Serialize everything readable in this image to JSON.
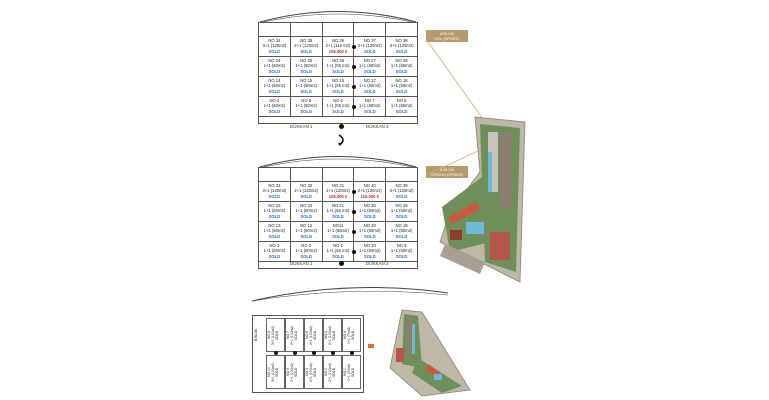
{
  "block_a": {
    "label": "A BLOK\nSOL (SPNDS)",
    "header_notes": [
      "",
      "",
      "",
      "",
      ""
    ],
    "rows": [
      [
        {
          "no": "NO 34",
          "size": "3+1 (120m2)",
          "status": "SOLD",
          "price": ""
        },
        {
          "no": "NO 35",
          "size": "2+1 (120m2)",
          "status": "SOLD",
          "price": ""
        },
        {
          "no": "NO 36",
          "size": "2+1 (115 m2)",
          "status": "",
          "price": "108.000 €"
        },
        {
          "no": "NO 37",
          "size": "2+1 (120m2)",
          "status": "SOLD",
          "price": ""
        },
        {
          "no": "NO 38",
          "size": "3+1 (120m2)",
          "status": "SOLD",
          "price": ""
        }
      ],
      [
        {
          "no": "NO 24",
          "size": "1+1 (60m2)",
          "status": "SOLD",
          "price": ""
        },
        {
          "no": "NO 25",
          "size": "1+1 (60m2)",
          "status": "SOLD",
          "price": ""
        },
        {
          "no": "NO 26",
          "size": "1+1 (55 m2)",
          "status": "SOLD",
          "price": ""
        },
        {
          "no": "NO 27",
          "size": "1+1 (60m2)",
          "status": "SOLD",
          "price": ""
        },
        {
          "no": "NO 28",
          "size": "1+1 (60m2)",
          "status": "SOLD",
          "price": ""
        }
      ],
      [
        {
          "no": "NO 14",
          "size": "1+1 (60m2)",
          "status": "SOLD",
          "price": ""
        },
        {
          "no": "NO 15",
          "size": "1+1 (60m2)",
          "status": "SOLD",
          "price": ""
        },
        {
          "no": "NO 16",
          "size": "1+1 (55 m2)",
          "status": "SOLD",
          "price": ""
        },
        {
          "no": "NO 17",
          "size": "1+1 (60m2)",
          "status": "SOLD",
          "price": ""
        },
        {
          "no": "NO 18",
          "size": "1+1 (60m2)",
          "status": "SOLD",
          "price": ""
        }
      ],
      [
        {
          "no": "NO 4",
          "size": "1+1 (60m2)",
          "status": "SOLD",
          "price": ""
        },
        {
          "no": "NO 5",
          "size": "1+1 (60m2)",
          "status": "SOLD",
          "price": ""
        },
        {
          "no": "NO 6",
          "size": "1+1 (55 m2)",
          "status": "SOLD",
          "price": ""
        },
        {
          "no": "NO 7",
          "size": "1+1 (60m2)",
          "status": "SOLD",
          "price": ""
        },
        {
          "no": "NO 8",
          "size": "1+1 (60m2)",
          "status": "SOLD",
          "price": ""
        }
      ]
    ],
    "shop_left": "DÜKKAN 1",
    "shop_right": "DÜKKAN 2"
  },
  "block_b": {
    "label": "A BLOK\nORGSO (2PNDS)",
    "rows": [
      [
        {
          "no": "NO 33",
          "size": "3+1 (120m2)",
          "status": "SOLD",
          "price": ""
        },
        {
          "no": "NO 32",
          "size": "2+1 (120m2)",
          "status": "SOLD",
          "price": ""
        },
        {
          "no": "NO 31",
          "size": "2+1 (125m2)",
          "status": "",
          "price": "108.000 €"
        },
        {
          "no": "NO 40",
          "size": "2+1 (120m2)",
          "status": "",
          "price": "116.000 €"
        },
        {
          "no": "NO 39",
          "size": "3+1 (120m2)",
          "status": "SOLD",
          "price": ""
        }
      ],
      [
        {
          "no": "NO 23",
          "size": "1+1 (60m2)",
          "status": "SOLD",
          "price": ""
        },
        {
          "no": "NO 22",
          "size": "1+1 (60m2)",
          "status": "SOLD",
          "price": ""
        },
        {
          "no": "NO 21",
          "size": "1+1 (55 m2)",
          "status": "SOLD",
          "price": ""
        },
        {
          "no": "NO 30",
          "size": "1+1 (60m2)",
          "status": "SOLD",
          "price": ""
        },
        {
          "no": "NO 29",
          "size": "1+1 (60m2)",
          "status": "SOLD",
          "price": ""
        }
      ],
      [
        {
          "no": "NO 13",
          "size": "1+1 (60m2)",
          "status": "SOLD",
          "price": ""
        },
        {
          "no": "NO 12",
          "size": "1+1 (60m2)",
          "status": "SOLD",
          "price": ""
        },
        {
          "no": "NO11",
          "size": "1+1 (55m2)",
          "status": "SOLD",
          "price": ""
        },
        {
          "no": "NO 20",
          "size": "1+1 (60m2)",
          "status": "SOLD",
          "price": ""
        },
        {
          "no": "NO 19",
          "size": "1+1 (60m2)",
          "status": "SOLD",
          "price": ""
        }
      ],
      [
        {
          "no": "NO 3",
          "size": "1+1 (60m2)",
          "status": "SOLD",
          "price": ""
        },
        {
          "no": "NO 2",
          "size": "1+1 (60m2)",
          "status": "SOLD",
          "price": ""
        },
        {
          "no": "NO 1",
          "size": "1+1 (55 m2)",
          "status": "SOLD",
          "price": ""
        },
        {
          "no": "NO 10",
          "size": "1+1 (60m2)",
          "status": "SOLD",
          "price": ""
        },
        {
          "no": "NO 9",
          "size": "1+1 (60m2)",
          "status": "SOLD",
          "price": ""
        }
      ]
    ],
    "shop_left": "DÜKKAN 1",
    "shop_right": "DÜKKAN 2"
  },
  "block_c": {
    "top_row": [
      "NO 8\n3+1 (120m2)\nSOLD",
      "NO 7\n2+1 (100m2)\nSOLD",
      "NO 6\n2+1 (100m2)\nSOLD",
      "NO 5\n2+1 (100m2)\nSOLD",
      "NO 4\n1+1 (70m2)\nSOLD"
    ],
    "bottom_row": [
      "NO 10\n3+1 (120m2)\nSOLD",
      "NO 9\n2+1 (100m2)\nSOLD",
      "NO 3\n2+1 (100m2)\nSOLD",
      "NO 2\n2+1 (100m2)\nSOLD",
      "NO 1\n1+1 (70m2)\nSOLD"
    ],
    "side_label": "B BLOK"
  },
  "colors": {
    "sold": "#1d6fd1",
    "price": "#d2232a",
    "label_bg": "#b59a6a",
    "accent": "#e86a2a"
  }
}
